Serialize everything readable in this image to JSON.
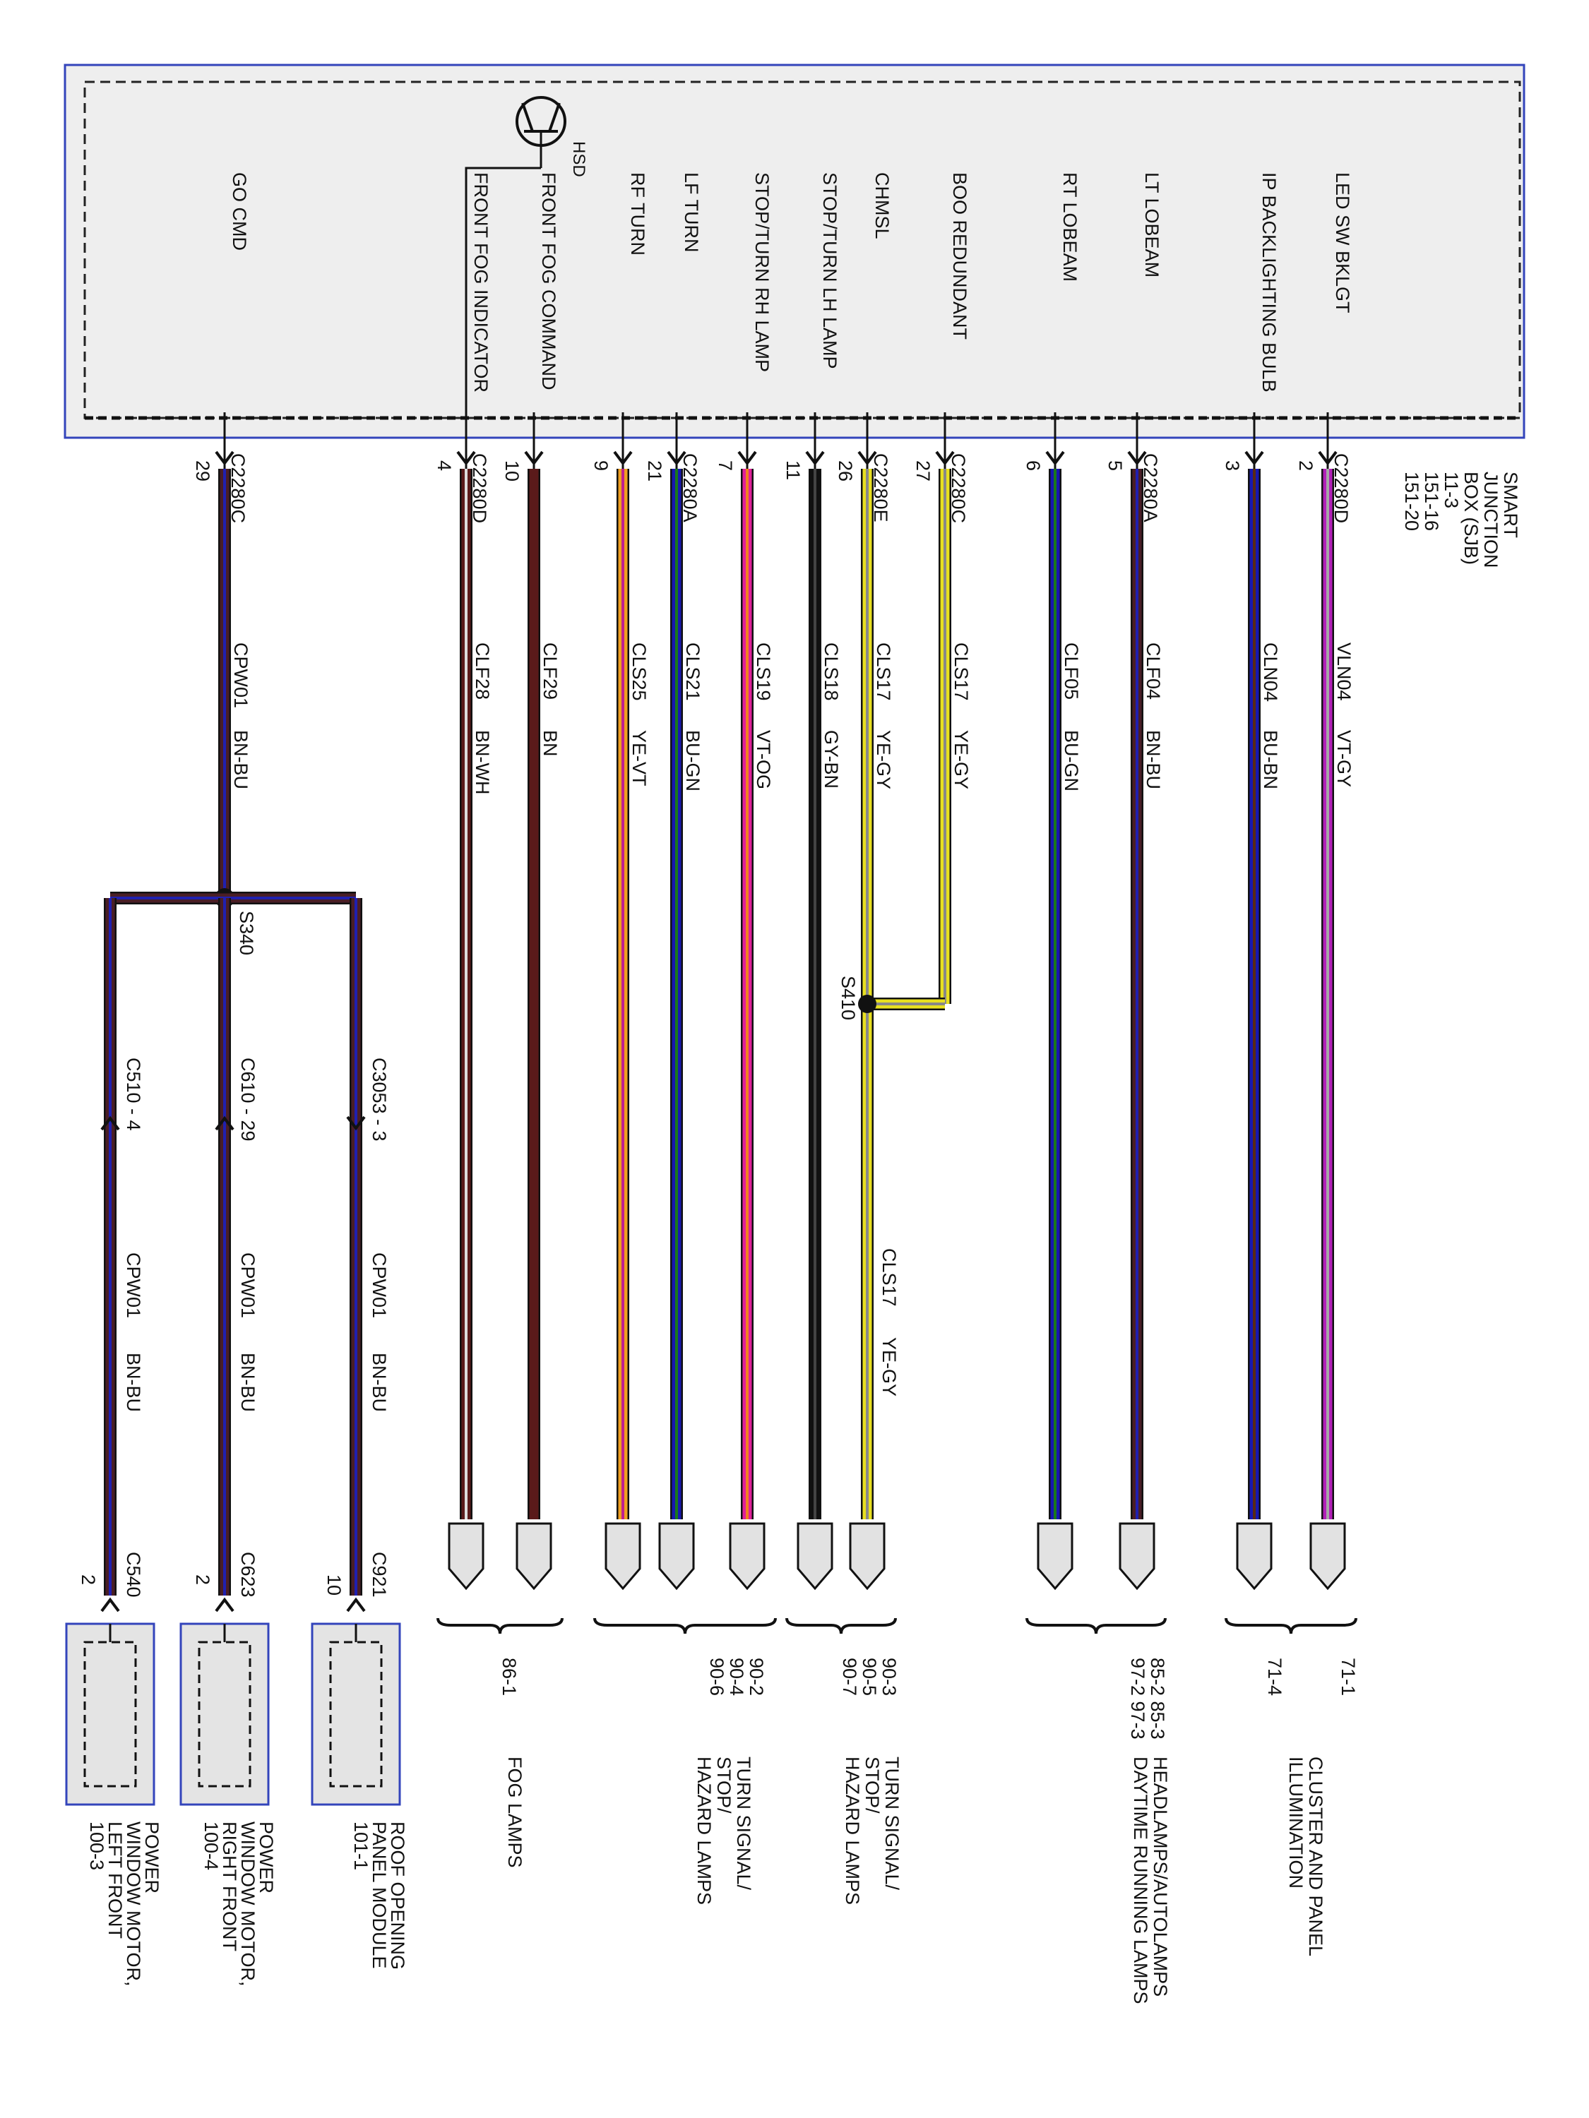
{
  "sjb": {
    "name_lines": [
      "SMART",
      "JUNCTION",
      "BOX (SJB)",
      "11-3",
      "151-16",
      "151-20"
    ],
    "hsd_label": "HSD"
  },
  "circuits": [
    {
      "id": "led",
      "signal": "LED SW BKLGT",
      "connector": "C2280D",
      "pin": "2",
      "circuit": "VLN04",
      "color": "VT-GY",
      "wire_main": "#b21fb8",
      "wire_stripe": "#a7a7a7"
    },
    {
      "id": "ip",
      "signal": "IP BACKLIGHTING BULB",
      "connector": "",
      "pin": "3",
      "circuit": "CLN04",
      "color": "BU-BN",
      "wire_main": "#1818b0",
      "wire_stripe": "#5a2a14"
    },
    {
      "id": "lt-lobeam",
      "signal": "LT LOBEAM",
      "connector": "C2280A",
      "pin": "5",
      "circuit": "CLF04",
      "color": "BN-BU",
      "wire_main": "#4a1e26",
      "wire_stripe": "#2020b0"
    },
    {
      "id": "rt-lobeam",
      "signal": "RT LOBEAM",
      "connector": "",
      "pin": "6",
      "circuit": "CLF05",
      "color": "BU-GN",
      "wire_main": "#1818b0",
      "wire_stripe": "#1a7a1a"
    },
    {
      "id": "boo",
      "signal": "BOO REDUNDANT",
      "connector": "C2280C",
      "pin": "27",
      "circuit": "CLS17",
      "color": "YE-GY",
      "wire_main": "#e8e020",
      "wire_stripe": "#888888"
    },
    {
      "id": "chmsl",
      "signal": "CHMSL",
      "connector": "C2280E",
      "pin": "26",
      "circuit": "CLS17",
      "color": "YE-GY",
      "wire_main": "#e8e020",
      "wire_stripe": "#888888"
    },
    {
      "id": "stop-lh",
      "signal": "STOP/TURN LH LAMP",
      "connector": "",
      "pin": "11",
      "circuit": "CLS18",
      "color": "GY-BN",
      "wire_main": "#111111",
      "wire_stripe": "#444444"
    },
    {
      "id": "stop-rh",
      "signal": "STOP/TURN RH LAMP",
      "connector": "",
      "pin": "7",
      "circuit": "CLS19",
      "color": "VT-OG",
      "wire_main": "#e0209a",
      "wire_stripe": "#f08020"
    },
    {
      "id": "lf-turn",
      "signal": "LF TURN",
      "connector": "C2280A",
      "pin": "21",
      "circuit": "CLS21",
      "color": "BU-GN",
      "wire_main": "#1818b0",
      "wire_stripe": "#1a7a1a"
    },
    {
      "id": "rf-turn",
      "signal": "RF TURN",
      "connector": "",
      "pin": "9",
      "circuit": "CLS25",
      "color": "YE-VT",
      "wire_main": "#f0a020",
      "wire_stripe": "#c02090"
    },
    {
      "id": "fog-cmd",
      "signal": "FRONT FOG COMMAND",
      "connector": "",
      "pin": "10",
      "circuit": "CLF29",
      "color": "BN",
      "wire_main": "#5a1a1a",
      "wire_stripe": "#5a1a1a"
    },
    {
      "id": "fog-ind",
      "signal": "FRONT FOG INDICATOR",
      "connector": "C2280D",
      "pin": "4",
      "circuit": "CLF28",
      "color": "BN-WH",
      "wire_main": "#5a1a1a",
      "wire_stripe": "#dddddd"
    },
    {
      "id": "go-cmd",
      "signal": "GO CMD",
      "connector": "C2280C",
      "pin": "29",
      "circuit": "CPW01",
      "color": "BN-BU",
      "wire_main": "#4a1e26",
      "wire_stripe": "#2020b0"
    }
  ],
  "splices": {
    "s410": "S410",
    "s340": "S340",
    "s410_out": {
      "circuit": "CLS17",
      "color": "YE-GY"
    }
  },
  "window_branches": [
    {
      "id": "roof",
      "inline": "C3053 - 3",
      "circuit": "CPW01",
      "color": "BN-BU",
      "end_connector": "C921",
      "end_pin": "10",
      "module_lines": [
        "ROOF OPENING",
        "PANEL MODULE",
        "101-1"
      ]
    },
    {
      "id": "right",
      "inline": "C610 - 29",
      "circuit": "CPW01",
      "color": "BN-BU",
      "end_connector": "C623",
      "end_pin": "2",
      "module_lines": [
        "POWER",
        "WINDOW MOTOR,",
        "RIGHT FRONT",
        "100-4"
      ]
    },
    {
      "id": "left",
      "inline": "C510 - 4",
      "circuit": "CPW01",
      "color": "BN-BU",
      "end_connector": "C540",
      "end_pin": "2",
      "module_lines": [
        "POWER",
        "WINDOW MOTOR,",
        "LEFT FRONT",
        "100-3"
      ]
    }
  ],
  "groups": [
    {
      "id": "g-cluster",
      "refs": [
        "71-1",
        "71-4"
      ],
      "title_lines": [
        "CLUSTER AND PANEL",
        "ILLUMINATION"
      ]
    },
    {
      "id": "g-head",
      "refs": [
        "85-2   85-3",
        "97-2   97-3"
      ],
      "title_lines": [
        "HEADLAMPS/AUTOLAMPS",
        "DAYTIME RUNNING LAMPS"
      ]
    },
    {
      "id": "g-turn1",
      "refs": [
        "90-3",
        "90-5",
        "90-7"
      ],
      "title_lines": [
        "TURN SIGNAL/",
        "STOP/",
        "HAZARD LAMPS"
      ]
    },
    {
      "id": "g-turn2",
      "refs": [
        "90-2",
        "90-4",
        "90-6"
      ],
      "title_lines": [
        "TURN SIGNAL/",
        "STOP/",
        "HAZARD LAMPS"
      ]
    },
    {
      "id": "g-fog",
      "refs": [
        "86-1"
      ],
      "title_lines": [
        "FOG LAMPS"
      ]
    }
  ]
}
